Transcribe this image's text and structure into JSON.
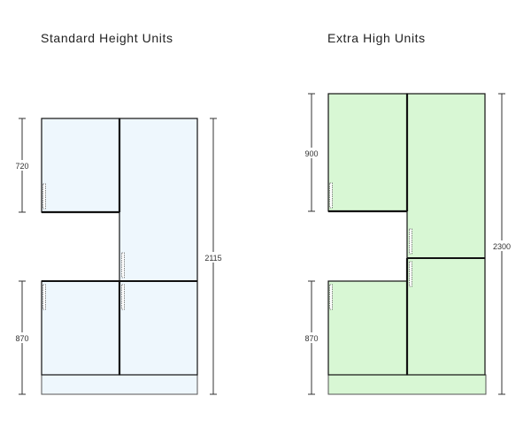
{
  "titles": {
    "left": "Standard Height Units",
    "right": "Extra High Units"
  },
  "colors": {
    "standard_fill": "#eef7fd",
    "extra_fill": "#d8f7d4",
    "outline": "#111111",
    "dimension_line": "#333333"
  },
  "dimensions": {
    "standard": {
      "wall_unit": "720",
      "base_unit": "870",
      "tall_unit": "2115"
    },
    "extra": {
      "wall_unit": "900",
      "base_unit": "870",
      "tall_unit": "2300"
    }
  }
}
